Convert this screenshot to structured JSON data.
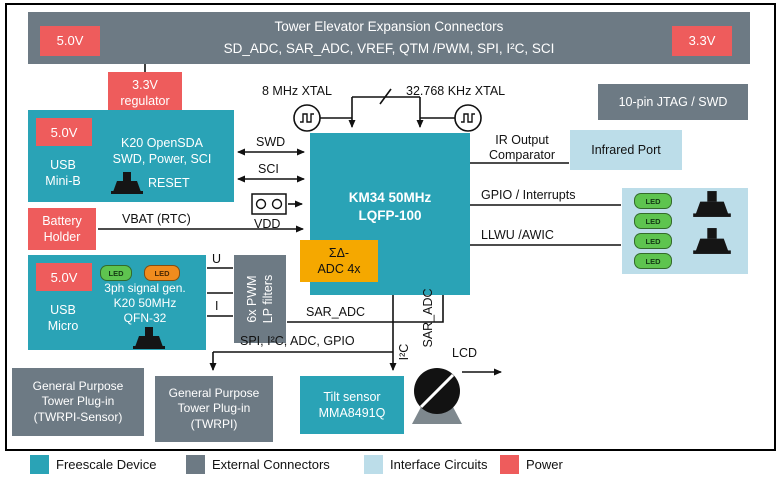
{
  "colors": {
    "freescale_teal": "#2aa3b6",
    "connector_gray": "#6d7a84",
    "interface_blue": "#bcdde9",
    "power_red": "#ee5c5c",
    "adc_yellow": "#f5a800"
  },
  "top_bar": {
    "text": "Tower Elevator Expansion Connectors\nSD_ADC, SAR_ADC, VREF, QTM /PWM, SPI, I²C, SCI",
    "left_power": "5.0V",
    "right_power": "3.3V"
  },
  "blocks": {
    "regulator": "3.3V\nregulator",
    "jtag": "10-pin JTAG / SWD",
    "k20": {
      "power": "5.0V",
      "title": "K20 OpenSDA\nSWD, Power, SCI",
      "usb": "USB\nMini-B",
      "reset": "RESET"
    },
    "km34": "KM34 50MHz\nLQFP-100",
    "sd_adc": "ΣΔ-\nADC 4x",
    "battery": "Battery\nHolder",
    "usb_micro": {
      "power": "5.0V",
      "led": "LED",
      "title": "3ph signal gen.\nK20 50MHz\nQFN-32",
      "usb": "USB\nMicro"
    },
    "pwm": "6x PWM\nLP filters",
    "infrared": "Infrared Port",
    "led_panel": {
      "led": "LED"
    },
    "twrpi_sensor": "General Purpose\nTower Plug-in\n(TWRPI-Sensor)",
    "twrpi": "General Purpose\nTower Plug-in\n(TWRPI)",
    "tilt": "Tilt sensor\nMMA8491Q"
  },
  "labels": {
    "xtal8": "8 MHz XTAL",
    "xtal32": "32.768 KHz XTAL",
    "swd": "SWD",
    "sci": "SCI",
    "vdd": "VDD",
    "vbat": "VBAT (RTC)",
    "ir": "IR Output\nComparator",
    "gpio": "GPIO / Interrupts",
    "llwu": "LLWU /AWIC",
    "u": "U",
    "i": "I",
    "sar_adc": "SAR_ADC",
    "sar_adc_vertical": "SAR_ADC",
    "i2c": "I²C",
    "bus": "SPI, I²C, ADC, GPIO",
    "lcd": "LCD"
  },
  "legend": [
    {
      "label": "Freescale Device",
      "color": "#2aa3b6"
    },
    {
      "label": "External Connectors",
      "color": "#6d7a84"
    },
    {
      "label": "Interface Circuits",
      "color": "#bcdde9"
    },
    {
      "label": "Power",
      "color": "#ee5c5c"
    }
  ]
}
